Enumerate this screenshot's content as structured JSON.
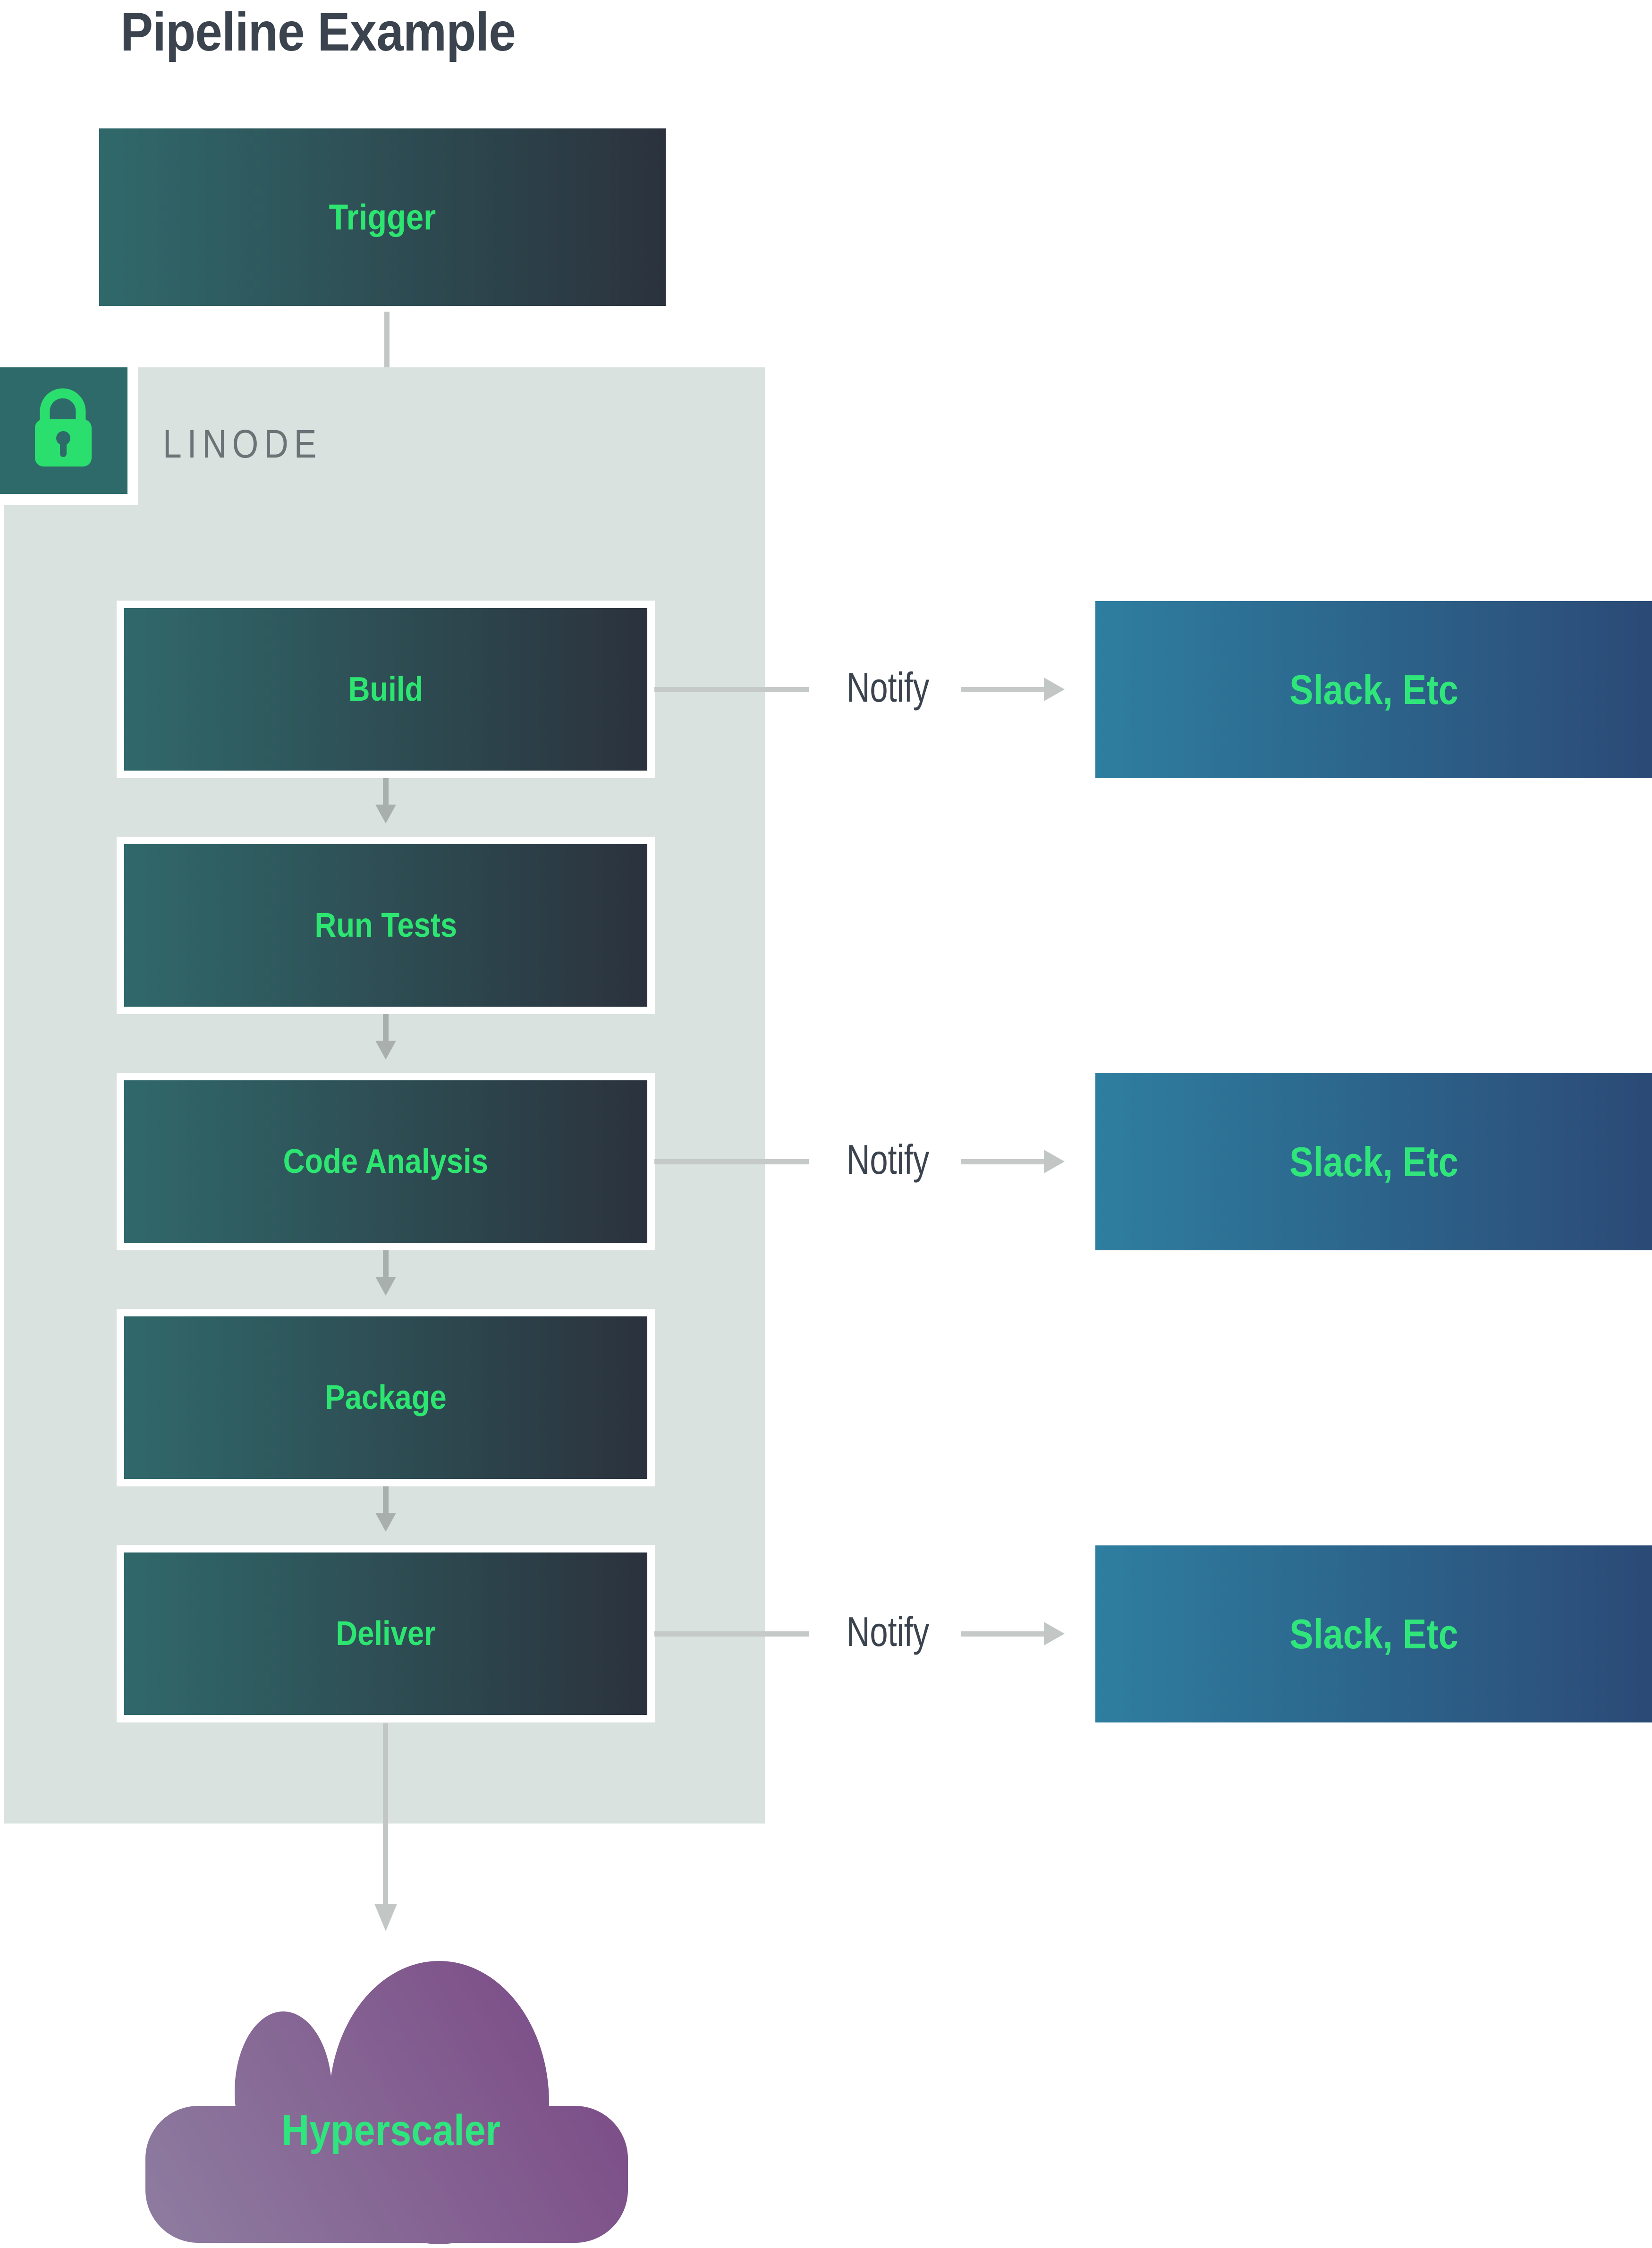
{
  "title": "Pipeline Example",
  "trigger": {
    "label": "Trigger"
  },
  "platform": {
    "name": "LINODE",
    "icon": "lock-icon"
  },
  "stages": [
    {
      "label": "Build",
      "notify": true
    },
    {
      "label": "Run Tests",
      "notify": false
    },
    {
      "label": "Code Analysis",
      "notify": true
    },
    {
      "label": "Package",
      "notify": false
    },
    {
      "label": "Deliver",
      "notify": true
    }
  ],
  "notify": {
    "label": "Notify",
    "target_label": "Slack, Etc"
  },
  "destination": {
    "label": "Hyperscaler",
    "shape": "cloud"
  },
  "colors": {
    "title_text": "#3A434E",
    "stage_gradient_start": "#30696B",
    "stage_gradient_end": "#2B323D",
    "stage_label_green": "#2DE571",
    "container_bg": "#DAE2E0",
    "badge_bg": "#2F6A6B",
    "lock_green": "#2ADF6E",
    "linode_text": "#6B7377",
    "slack_gradient_start": "#2E7EA0",
    "slack_gradient_end": "#2B4A76",
    "cloud_gradient_start": "#8E7DA0",
    "cloud_gradient_end": "#7A4684",
    "arrow_gray": "#C2C6C5",
    "small_arrow_gray": "#A9AFAD"
  }
}
